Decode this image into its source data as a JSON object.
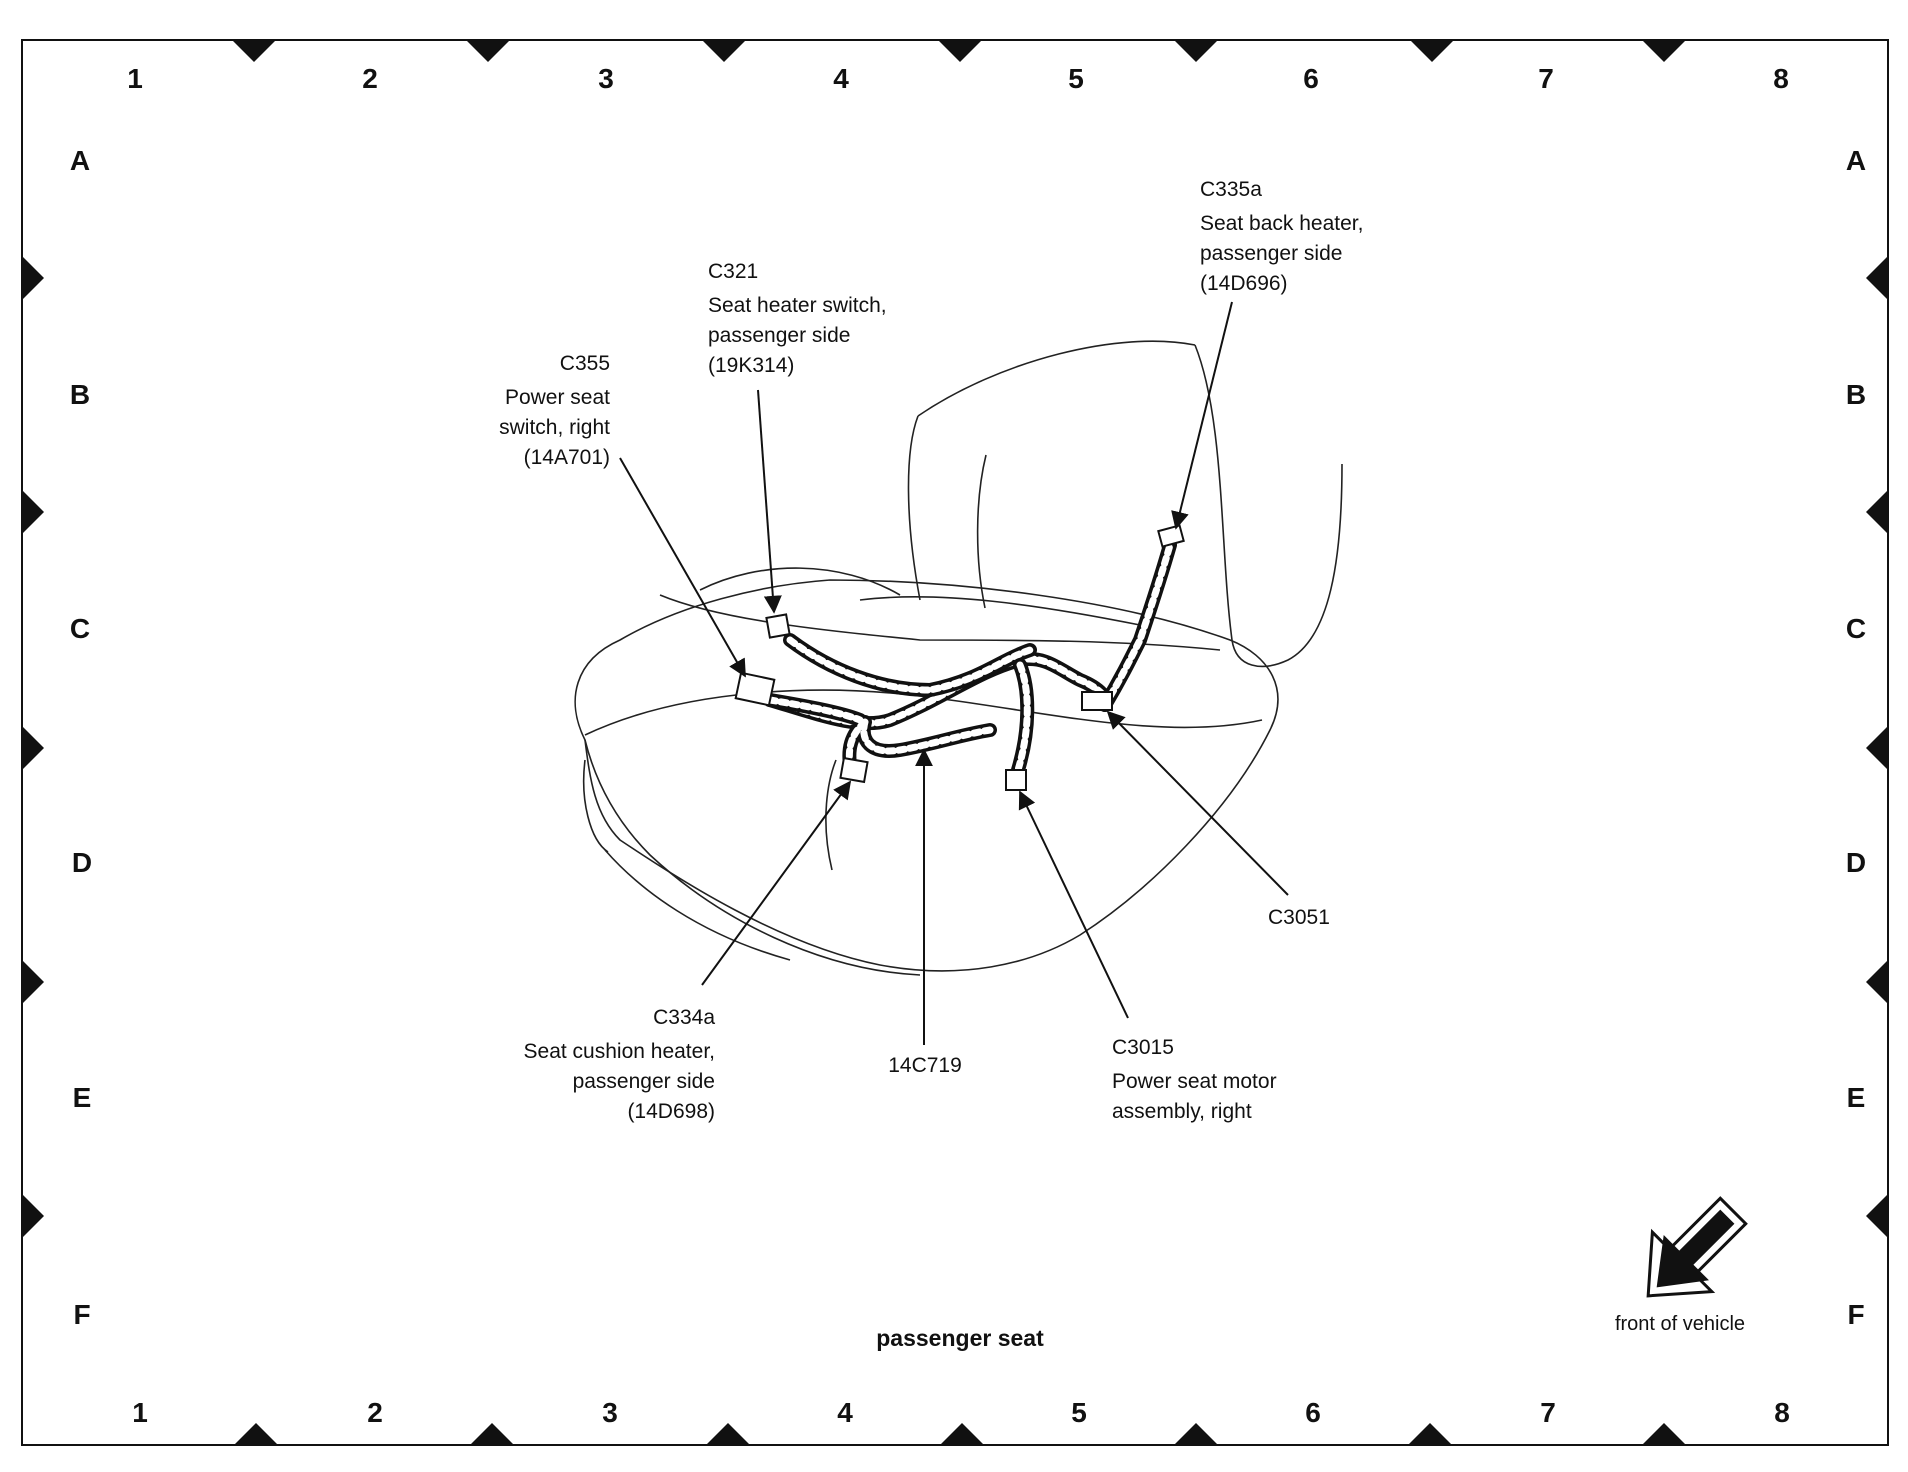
{
  "grid": {
    "columns": [
      "1",
      "2",
      "3",
      "4",
      "5",
      "6",
      "7",
      "8"
    ],
    "rows": [
      "A",
      "B",
      "C",
      "D",
      "E",
      "F"
    ]
  },
  "callouts": {
    "c355": {
      "id": "C355",
      "line1": "Power seat",
      "line2": "switch, right",
      "line3": "(14A701)"
    },
    "c321": {
      "id": "C321",
      "line1": "Seat heater switch,",
      "line2": "passenger side",
      "line3": "(19K314)"
    },
    "c335a": {
      "id": "C335a",
      "line1": "Seat back heater,",
      "line2": "passenger side",
      "line3": "(14D696)"
    },
    "c3051": {
      "id": "C3051"
    },
    "c334a": {
      "id": "C334a",
      "line1": "Seat cushion heater,",
      "line2": "passenger side",
      "line3": "(14D698)"
    },
    "h14c719": {
      "id": "14C719"
    },
    "c3015": {
      "id": "C3015",
      "line1": "Power seat motor",
      "line2": "assembly, right"
    }
  },
  "caption": "passenger seat",
  "orientation": {
    "label": "front of vehicle",
    "icon": "direction-arrow-icon"
  }
}
